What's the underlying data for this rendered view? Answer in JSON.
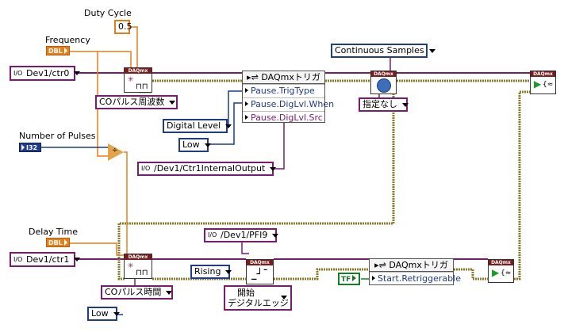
{
  "labels": {
    "duty_cycle": "Duty Cycle",
    "frequency": "Frequency",
    "number_of_pulses": "Number of Pulses",
    "delay_time": "Delay Time"
  },
  "constants": {
    "duty_value": "0.5",
    "freq_type": "DBL",
    "pulses_type": "I32",
    "delay_type": "DBL",
    "ctr0": "Dev1/ctr0",
    "ctr1": "Dev1/ctr1",
    "co_freq": "COパルス周波数",
    "co_time": "COパルス時間",
    "digital_level": "Digital Level",
    "low1": "Low",
    "low2": "Low",
    "internal_output": "/Dev1/Ctr1InternalOutput",
    "continuous_samples": "Continuous Samples",
    "none_selected": "指定なし",
    "pfi9": "/Dev1/PFI9",
    "rising": "Rising",
    "start_digital_edge_line1": "開始",
    "start_digital_edge_line2": "デジタルエッジ",
    "true_const": "TF"
  },
  "trigger1": {
    "title": "DAQmxトリガ",
    "rows": [
      "Pause.TrigType",
      "Pause.DigLvl.When",
      "Pause.DigLvl.Src"
    ]
  },
  "trigger2": {
    "title": "DAQmxトリガ",
    "rows": [
      "Start.Retriggerable"
    ]
  },
  "vi_header": "DAQmx",
  "colors": {
    "purple": "#7a1c6e",
    "blue": "#1f3b8a",
    "orange": "#e57f1c",
    "green": "#1a7a2a",
    "wire_olive": "#8a7a2a"
  }
}
